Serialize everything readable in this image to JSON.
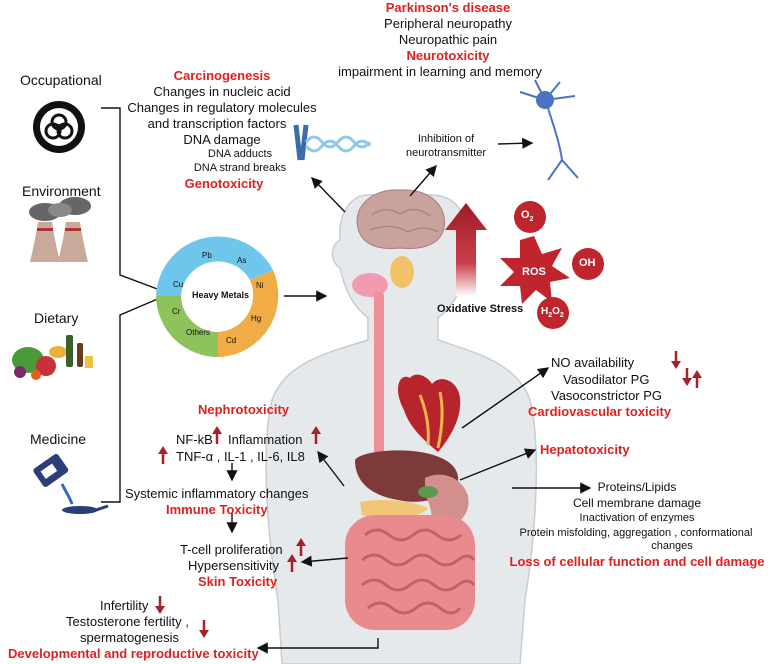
{
  "colors": {
    "danger_red": "#e02020",
    "arrow_maroon": "#a8202a",
    "ring_blue": "#6ec6ec",
    "ring_orange": "#f2ac45",
    "ring_green": "#8dc35a",
    "skin": "#e6e9ec"
  },
  "sources": {
    "occupational": "Occupational",
    "environment": "Environment",
    "dietary": "Dietary",
    "medicine": "Medicine"
  },
  "heavy_metals": {
    "center": "Heavy Metals",
    "segments": [
      "Pb",
      "As",
      "Ni",
      "Hg",
      "Cd",
      "Others",
      "Cr",
      "Cu"
    ]
  },
  "neuro": {
    "title1": "Parkinson's disease",
    "line1": "Peripheral neuropathy",
    "line2": "Neuropathic pain",
    "title2": "Neurotoxicity",
    "line3": "impairment in learning and memory",
    "inhibition1": "Inhibition of",
    "inhibition2": "neurotransmitter"
  },
  "carcino": {
    "title": "Carcinogenesis",
    "l1": "Changes in nucleic acid",
    "l2": "Changes in regulatory molecules",
    "l3": "and transcription factors",
    "l4": "DNA damage",
    "l5": "DNA adducts",
    "l6": "DNA strand breaks",
    "geno": "Genotoxicity"
  },
  "oxidative": {
    "ros": "ROS",
    "o2": "O",
    "o2_sub": "2",
    "oh": "OH",
    "h2o2_h": "H",
    "h2o2_2a": "2",
    "h2o2_o": "O",
    "h2o2_2b": "2",
    "label": "Oxidative Stress"
  },
  "cardio": {
    "l1": "NO availability",
    "l2": "Vasodilator PG",
    "l3": "Vasoconstrictor PG",
    "title": "Cardiovascular toxicity"
  },
  "hepato": "Hepatotoxicity",
  "cell": {
    "l1": "Proteins/Lipids",
    "l2": "Cell membrane damage",
    "l3": "Inactivation of enzymes",
    "l4": "Protein misfolding, aggregation , conformational",
    "l5": "changes",
    "title": "Loss of cellular function and cell damage"
  },
  "immune": {
    "nephro": "Nephrotoxicity",
    "nfkb": "NF-kB",
    "inflam": "Inflammation",
    "cytokines": "TNF-α , IL-1 , IL-6, IL8",
    "systemic": "Systemic inflammatory changes",
    "title": "Immune Toxicity"
  },
  "skin": {
    "l1": "T-cell proliferation",
    "l2": "Hypersensitivity",
    "title": "Skin Toxicity"
  },
  "repro": {
    "l1": "Infertility",
    "l2": "Testosterone fertility ,",
    "l3": "spermatogenesis",
    "title": "Developmental and reproductive toxicity"
  }
}
